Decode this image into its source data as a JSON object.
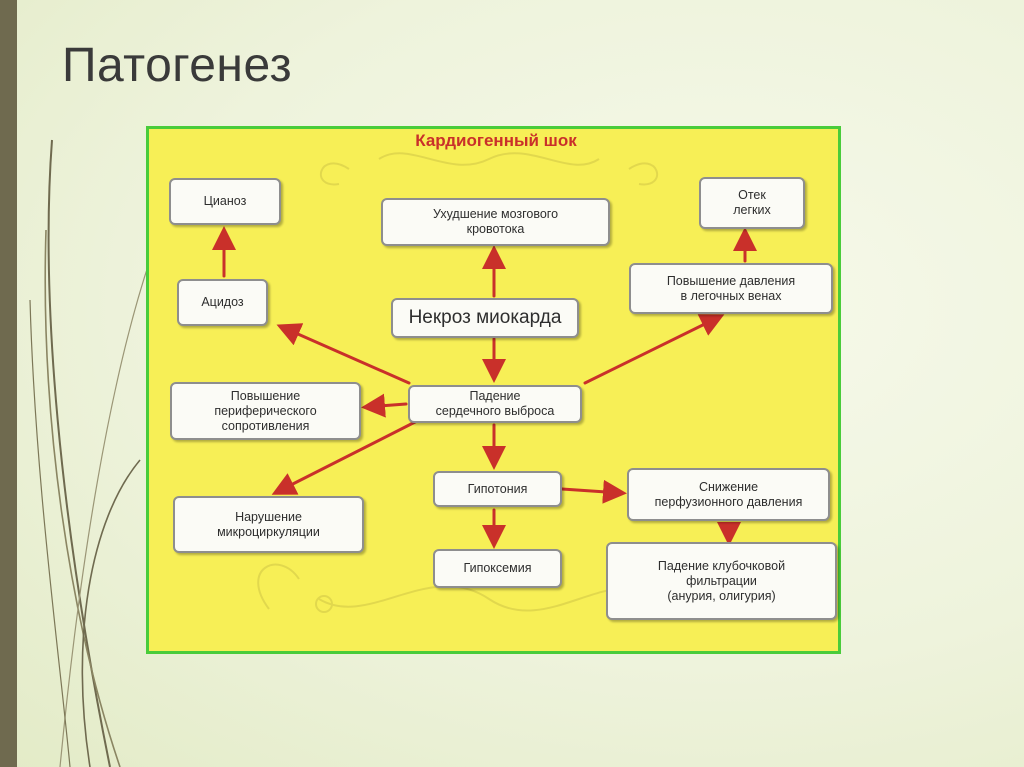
{
  "slide": {
    "title": "Патогенез"
  },
  "diagram": {
    "title": "Кардиогенный шок",
    "colors": {
      "background": "#f7ef56",
      "border": "#49cc3a",
      "arrow": "#c9302a",
      "title": "#c9302a"
    },
    "nodes": {
      "cyanosis": "Цианоз",
      "acidosis": "Ацидоз",
      "brain": "Ухудшение мозгового\nкровотока",
      "necrosis": "Некроз миокарда",
      "lung_edema": "Отек\nлегких",
      "pulm_pressure": "Повышение давления\nв легочных венах",
      "periph_resistance": "Повышение\nпериферического\nсопротивления",
      "cardiac_output": "Падение\nсердечного выброса",
      "microcirc": "Нарушение\nмикроциркуляции",
      "hypotension": "Гипотония",
      "perfusion": "Снижение\nперфузионного давления",
      "hypoxemia": "Гипоксемия",
      "glomerular": "Падение клубочковой\nфильтрации\n(анурия, олигурия)"
    },
    "edges": [
      [
        "necrosis",
        "brain"
      ],
      [
        "necrosis",
        "cardiac_output"
      ],
      [
        "acidosis",
        "cyanosis"
      ],
      [
        "pulm_pressure",
        "lung_edema"
      ],
      [
        "cardiac_output",
        "acidosis"
      ],
      [
        "cardiac_output",
        "pulm_pressure"
      ],
      [
        "cardiac_output",
        "periph_resistance"
      ],
      [
        "cardiac_output",
        "microcirc"
      ],
      [
        "cardiac_output",
        "hypotension"
      ],
      [
        "hypotension",
        "hypoxemia"
      ],
      [
        "hypotension",
        "perfusion"
      ],
      [
        "perfusion",
        "glomerular"
      ]
    ]
  }
}
